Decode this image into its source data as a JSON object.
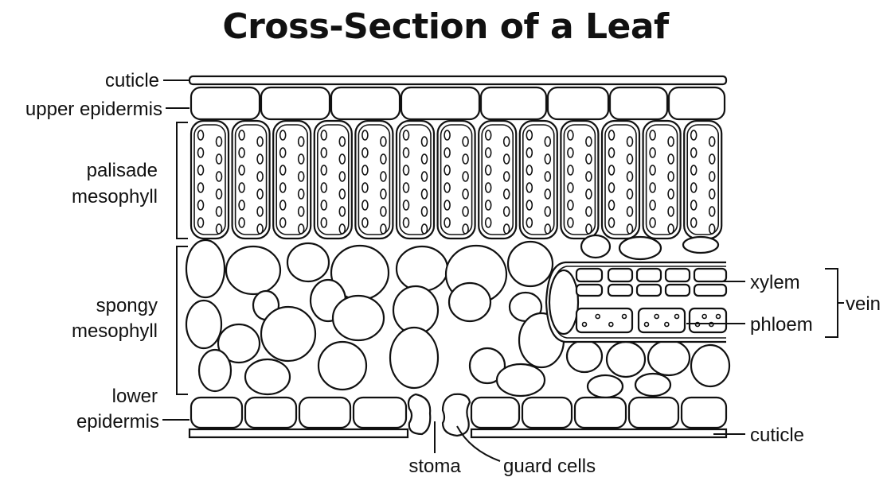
{
  "title": "Cross-Section of a Leaf",
  "labels": {
    "cuticle_top": "cuticle",
    "upper_epidermis": "upper epidermis",
    "palisade_1": "palisade",
    "palisade_2": "mesophyll",
    "spongy_1": "spongy",
    "spongy_2": "mesophyll",
    "lower_1": "lower",
    "lower_2": "epidermis",
    "xylem": "xylem",
    "phloem": "phloem",
    "vein": "vein",
    "cuticle_bottom": "cuticle",
    "stoma": "stoma",
    "guard_cells": "guard cells"
  }
}
